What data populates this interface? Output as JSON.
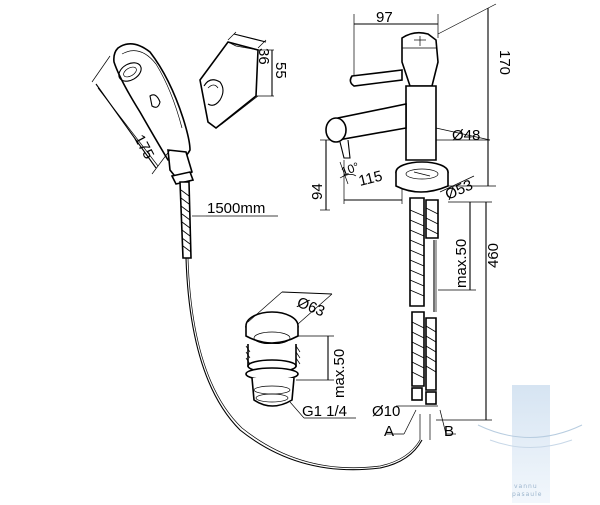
{
  "dimensions": {
    "d97": "97",
    "d170": "170",
    "d36": "36",
    "d55": "55",
    "d175": "175",
    "d48": "Ø48",
    "d94": "94",
    "d10deg": "10°",
    "d115": "115",
    "d53": "Ø53",
    "d460": "460",
    "dmax50_top": "max.50",
    "d1500": "1500mm",
    "d63": "Ø63",
    "dmax50_drain": "max.50",
    "dG1": "G1 1/4",
    "d10": "Ø10",
    "labelA": "A",
    "labelB": "B"
  },
  "watermark": {
    "line1": "vannu",
    "line2": "pasaule",
    "colors": {
      "bar_top": "#dbe7f3",
      "bar_bottom": "#eef4fa",
      "text": "#9bb4cc"
    }
  }
}
